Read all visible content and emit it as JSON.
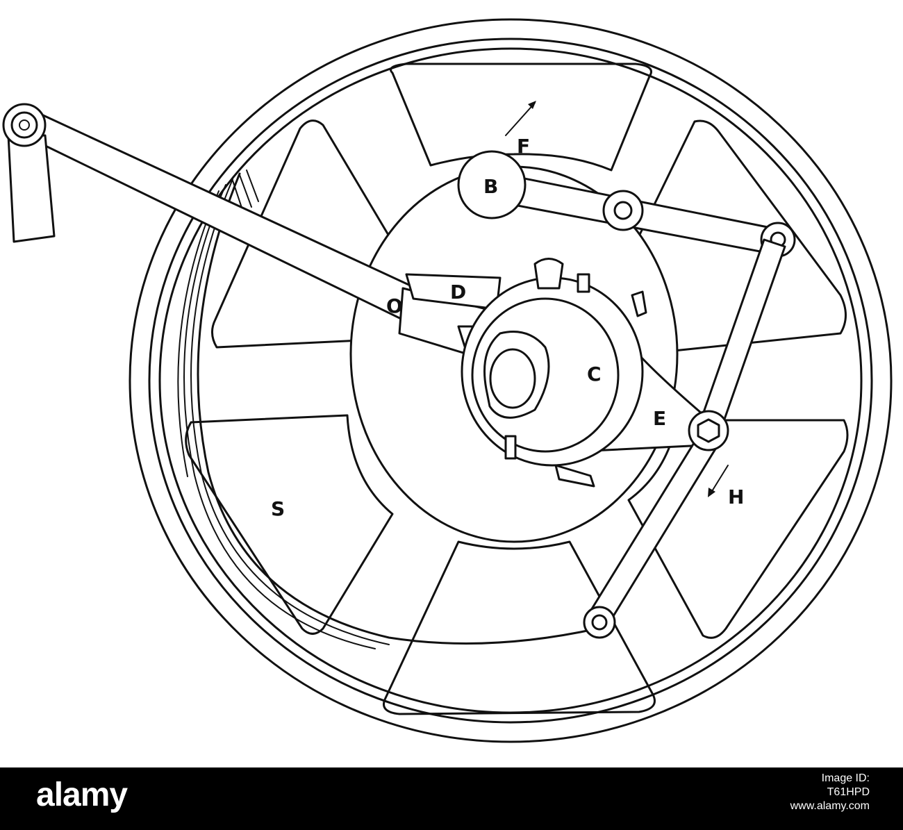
{
  "labels": {
    "B": "B",
    "F": "F",
    "O": "O",
    "D": "D",
    "C": "C",
    "E": "E",
    "H": "H",
    "S": "S"
  },
  "footer": {
    "brand": "alamy",
    "image_id_label": "Image ID:",
    "image_id": "T61HPD",
    "site": "www.alamy.com",
    "background": "#000000"
  },
  "colors": {
    "ink": "#111111",
    "paper": "#ffffff"
  }
}
